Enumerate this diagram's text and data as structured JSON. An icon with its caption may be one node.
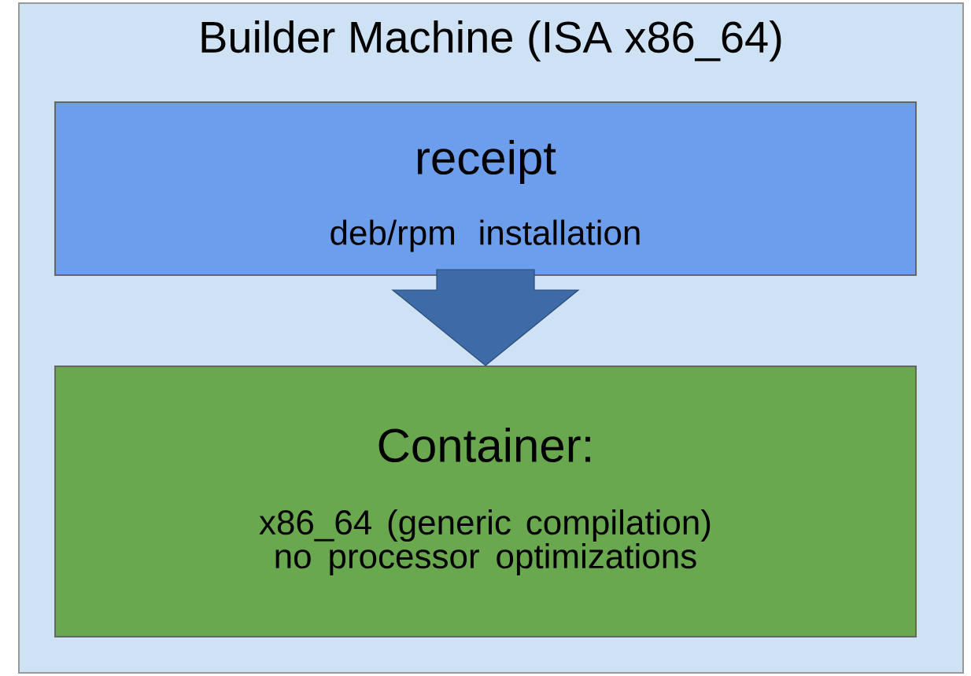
{
  "diagram": {
    "nodes": [
      {
        "text": [
          "Builder Machine (ISA x86_64)"
        ]
      },
      {
        "text": [
          "receipt",
          "deb/rpm installation"
        ],
        "in": 0
      },
      {
        "text": [
          "Container:",
          "x86_64 (generic compilation) no processor optimizations"
        ],
        "in": 0
      }
    ],
    "edges": [
      {
        "from": 1,
        "to": 2,
        "arrow": "to"
      }
    ]
  }
}
